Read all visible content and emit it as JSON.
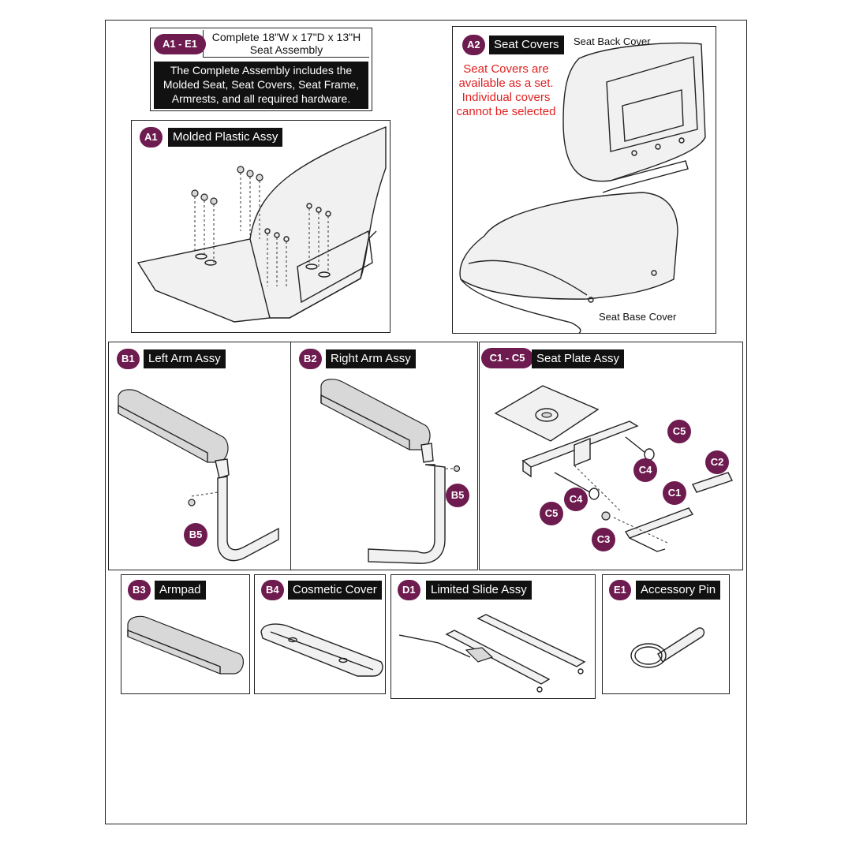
{
  "header": {
    "badge": "A1 - E1",
    "title_line1": "Complete 18\"W x 17\"D x 13\"H",
    "title_line2": "Seat Assembly",
    "note_line1": "The Complete Assembly includes the",
    "note_line2": "Molded Seat, Seat Covers, Seat Frame,",
    "note_line3": "Armrests, and all required hardware."
  },
  "panels": {
    "a1": {
      "badge": "A1",
      "label": "Molded Plastic Assy"
    },
    "a2": {
      "badge": "A2",
      "label": "Seat Covers",
      "back_cover": "Seat Back Cover",
      "base_cover": "Seat Base Cover",
      "note": [
        "Seat Covers are",
        "available as a set.",
        "Individual covers",
        "cannot be selected"
      ]
    },
    "b1": {
      "badge": "B1",
      "label": "Left Arm Assy",
      "callouts": [
        "B5"
      ]
    },
    "b2": {
      "badge": "B2",
      "label": "Right Arm Assy",
      "callouts": [
        "B5"
      ]
    },
    "c1c5": {
      "badge": "C1 - C5",
      "label": "Seat Plate Assy",
      "callouts": [
        "C5",
        "C4",
        "C2",
        "C4",
        "C1",
        "C5",
        "C3"
      ]
    },
    "b3": {
      "badge": "B3",
      "label": "Armpad"
    },
    "b4": {
      "badge": "B4",
      "label": "Cosmetic Cover"
    },
    "d1": {
      "badge": "D1",
      "label": "Limited Slide Assy"
    },
    "e1": {
      "badge": "E1",
      "label": "Accessory Pin"
    }
  },
  "colors": {
    "badge": "#6e1b4f",
    "note_red": "#e02020",
    "label_bg": "#111111"
  }
}
